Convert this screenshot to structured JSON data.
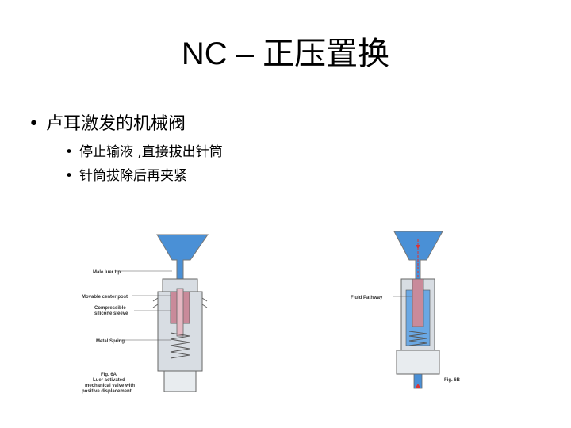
{
  "title": "NC – 正压置换",
  "bullets": [
    {
      "text": "卢耳激发的机械阀",
      "sub": [
        "停止输液 ,直接拔出针筒",
        "针筒拔除后再夹紧"
      ]
    }
  ],
  "figure_a": {
    "labels": [
      "Male luer tip",
      "Movable center post",
      "Compressible",
      "silicone sleeve",
      "Metal Spring"
    ],
    "caption": [
      "Fig. 6A",
      "Luer activated",
      "mechanical valve with",
      "positive displacement."
    ]
  },
  "figure_b": {
    "label": "Fluid Pathway",
    "caption": "Fig. 6B"
  },
  "colors": {
    "fluid": "#4a90d6",
    "body": "#d8dde3",
    "post": "#c98a9a"
  }
}
